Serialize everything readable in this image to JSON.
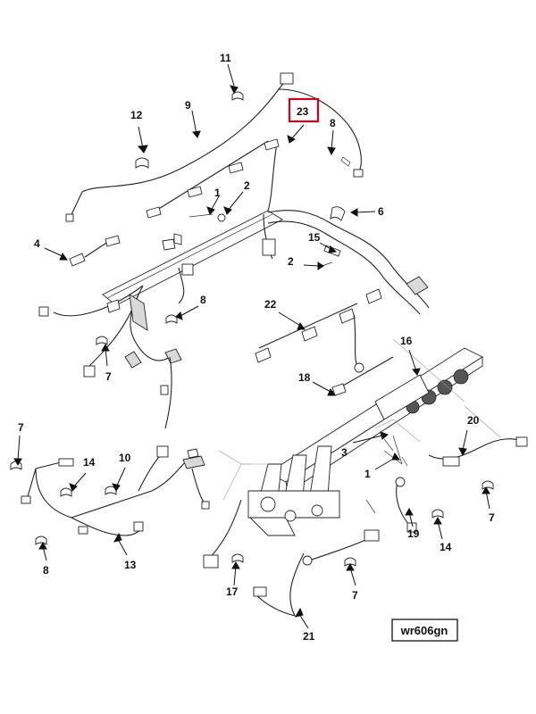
{
  "figure_code": "wr606gn",
  "highlighted_callout": "23",
  "highlight_color": "#d0021b",
  "callouts": {
    "c1a": "1",
    "c1b": "1",
    "c2a": "2",
    "c2b": "2",
    "c3": "3",
    "c4": "4",
    "c6": "6",
    "c7a": "7",
    "c7b": "7",
    "c7c": "7",
    "c7d": "7",
    "c8a": "8",
    "c8b": "8",
    "c8c": "8",
    "c9": "9",
    "c10": "10",
    "c11": "11",
    "c12": "12",
    "c13": "13",
    "c14a": "14",
    "c14b": "14",
    "c15": "15",
    "c16": "16",
    "c17": "17",
    "c18": "18",
    "c19": "19",
    "c20": "20",
    "c21": "21",
    "c22": "22",
    "c23": "23"
  }
}
